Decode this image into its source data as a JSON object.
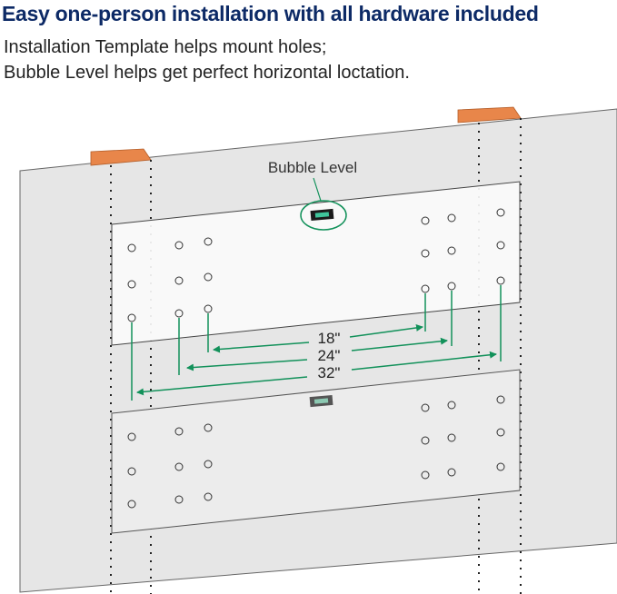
{
  "header": {
    "title": "Easy one-person installation with all hardware included",
    "lines": [
      "Installation Template helps mount holes;",
      "Bubble Level helps get perfect horizontal loctation."
    ]
  },
  "diagram": {
    "bubble_label": "Bubble Level",
    "dimensions": [
      "18\"",
      "24\"",
      "32\""
    ],
    "colors": {
      "accent": "#12915a",
      "stud": "#e8864a",
      "wall": "#e6e6e6",
      "title": "#0d2a66"
    }
  }
}
